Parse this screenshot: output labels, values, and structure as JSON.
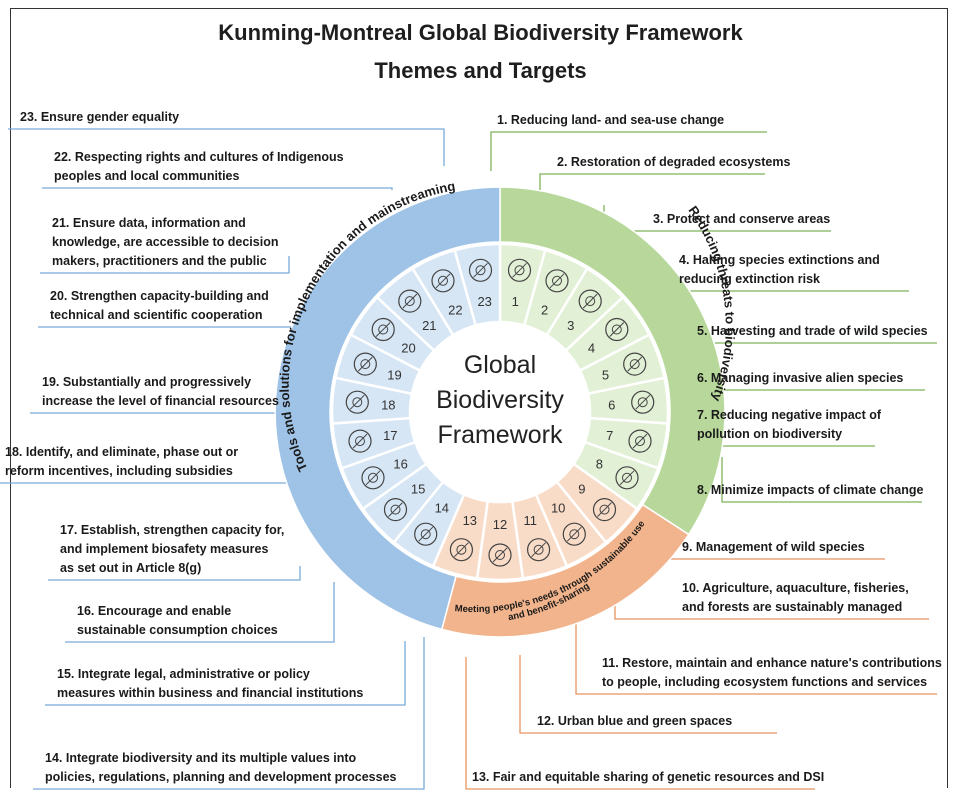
{
  "title": {
    "line1": "Kunming-Montreal Global Biodiversity Framework",
    "line2": "Themes and Targets"
  },
  "center": {
    "line1": "Global",
    "line2": "Biodiversity",
    "line3": "Framework"
  },
  "themes": {
    "reducing_threats": "Reducing threats to biodiversity",
    "meeting_needs_1": "Meeting people's needs through sustainable use",
    "meeting_needs_2": "and benefit-sharing",
    "tools_solutions": "Tools and solutions for implementation and mainstreaming"
  },
  "colors": {
    "green_band": "#b7d89a",
    "green_inner": "#e2f0d6",
    "green_line": "#7fb25a",
    "orange_band": "#f2b48c",
    "orange_inner": "#f9dcc8",
    "orange_line": "#e8955f",
    "blue_band": "#9fc3e6",
    "blue_inner": "#d6e6f5",
    "blue_line": "#7aaadb"
  },
  "targets": [
    {
      "number": "1",
      "label": "1. Reducing land- and sea-use change",
      "icon": "honeycomb-icon"
    },
    {
      "number": "2",
      "label": "2. Restoration of degraded ecosystems",
      "icon": "trees-icon"
    },
    {
      "number": "3",
      "label": "3. Protect and conserve areas",
      "icon": "wave-icon"
    },
    {
      "number": "4",
      "label": "4. Halting species extinctions and\nreducing extinction risk",
      "icon": "whale-icon"
    },
    {
      "number": "5",
      "label": "5. Harvesting and trade of wild species",
      "icon": "sprout-icon"
    },
    {
      "number": "6",
      "label": "6. Managing invasive alien species",
      "icon": "beetle-icon"
    },
    {
      "number": "7",
      "label": "7. Reducing negative impact of\npollution on biodiversity",
      "icon": "bottle-icon"
    },
    {
      "number": "8",
      "label": "8. Minimize impacts of climate change",
      "icon": "thermometer-icon"
    },
    {
      "number": "9",
      "label": "9. Management of wild species",
      "icon": "butterfly-icon"
    },
    {
      "number": "10",
      "label": "10. Agriculture, aquaculture, fisheries,\nand forests are sustainably managed",
      "icon": "fish-icon"
    },
    {
      "number": "11",
      "label": "11. Restore, maintain and enhance nature's contributions\nto people, including ecosystem functions and services",
      "icon": "hands-plant-icon"
    },
    {
      "number": "12",
      "label": "12. Urban blue and green spaces",
      "icon": "city-icon"
    },
    {
      "number": "13",
      "label": "13. Fair and equitable sharing of genetic resources and DSI",
      "icon": "scales-icon"
    },
    {
      "number": "14",
      "label": "14. Integrate biodiversity and its multiple values into\npolicies, regulations, planning and development processes",
      "icon": "clipboard-icon"
    },
    {
      "number": "15",
      "label": "15. Integrate legal, administrative or policy\nmeasures within business and financial institutions",
      "icon": "chart-icon"
    },
    {
      "number": "16",
      "label": "16. Encourage and enable\nsustainable consumption choices",
      "icon": "bulb-icon"
    },
    {
      "number": "17",
      "label": "17. Establish, strengthen capacity for,\nand implement biosafety measures\nas set out in Article 8(g)",
      "icon": "network-icon"
    },
    {
      "number": "18",
      "label": "18. Identify, and eliminate, phase out or\nreform incentives, including subsidies",
      "icon": "coin-icon"
    },
    {
      "number": "19",
      "label": "19. Substantially and progressively\nincrease the level of financial resources",
      "icon": "money-bag-icon"
    },
    {
      "number": "20",
      "label": "20. Strengthen capacity-building and\ntechnical and scientific cooperation",
      "icon": "handshake-icon"
    },
    {
      "number": "21",
      "label": "21. Ensure data, information and\nknowledge, are accessible to decision\nmakers, practitioners and the public",
      "icon": "data-network-icon"
    },
    {
      "number": "22",
      "label": "22. Respecting rights and cultures of Indigenous\npeoples and local communities",
      "icon": "people-icon"
    },
    {
      "number": "23",
      "label": "23. Ensure gender equality",
      "icon": "gender-icon"
    }
  ]
}
